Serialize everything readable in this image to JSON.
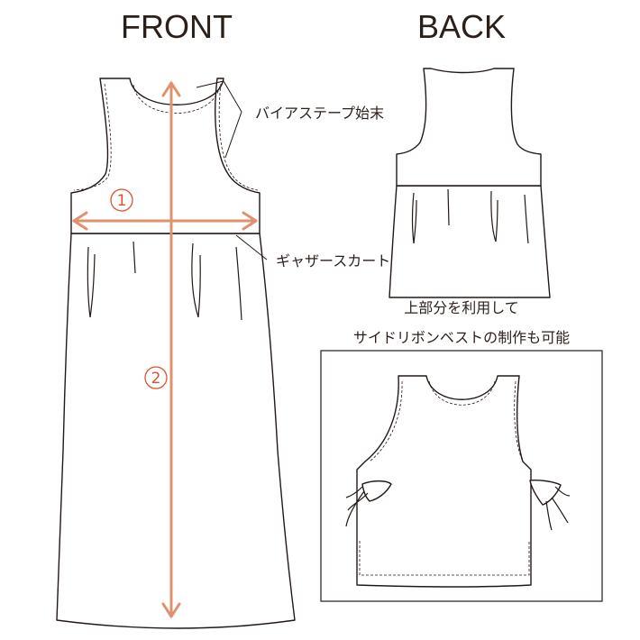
{
  "titles": {
    "front": "FRONT",
    "back": "BACK"
  },
  "labels": {
    "bias_tape": "バイアステープ始末",
    "gather_skirt": "ギャザースカート",
    "note_line1": "上部分を利用して",
    "note_line2": "サイドリボンベストの制作も可能"
  },
  "measurements": {
    "bust_marker": "1",
    "length_marker": "2"
  },
  "colors": {
    "ink": "#231815",
    "accent": "#d9552e",
    "arrow": "#e0916d"
  }
}
